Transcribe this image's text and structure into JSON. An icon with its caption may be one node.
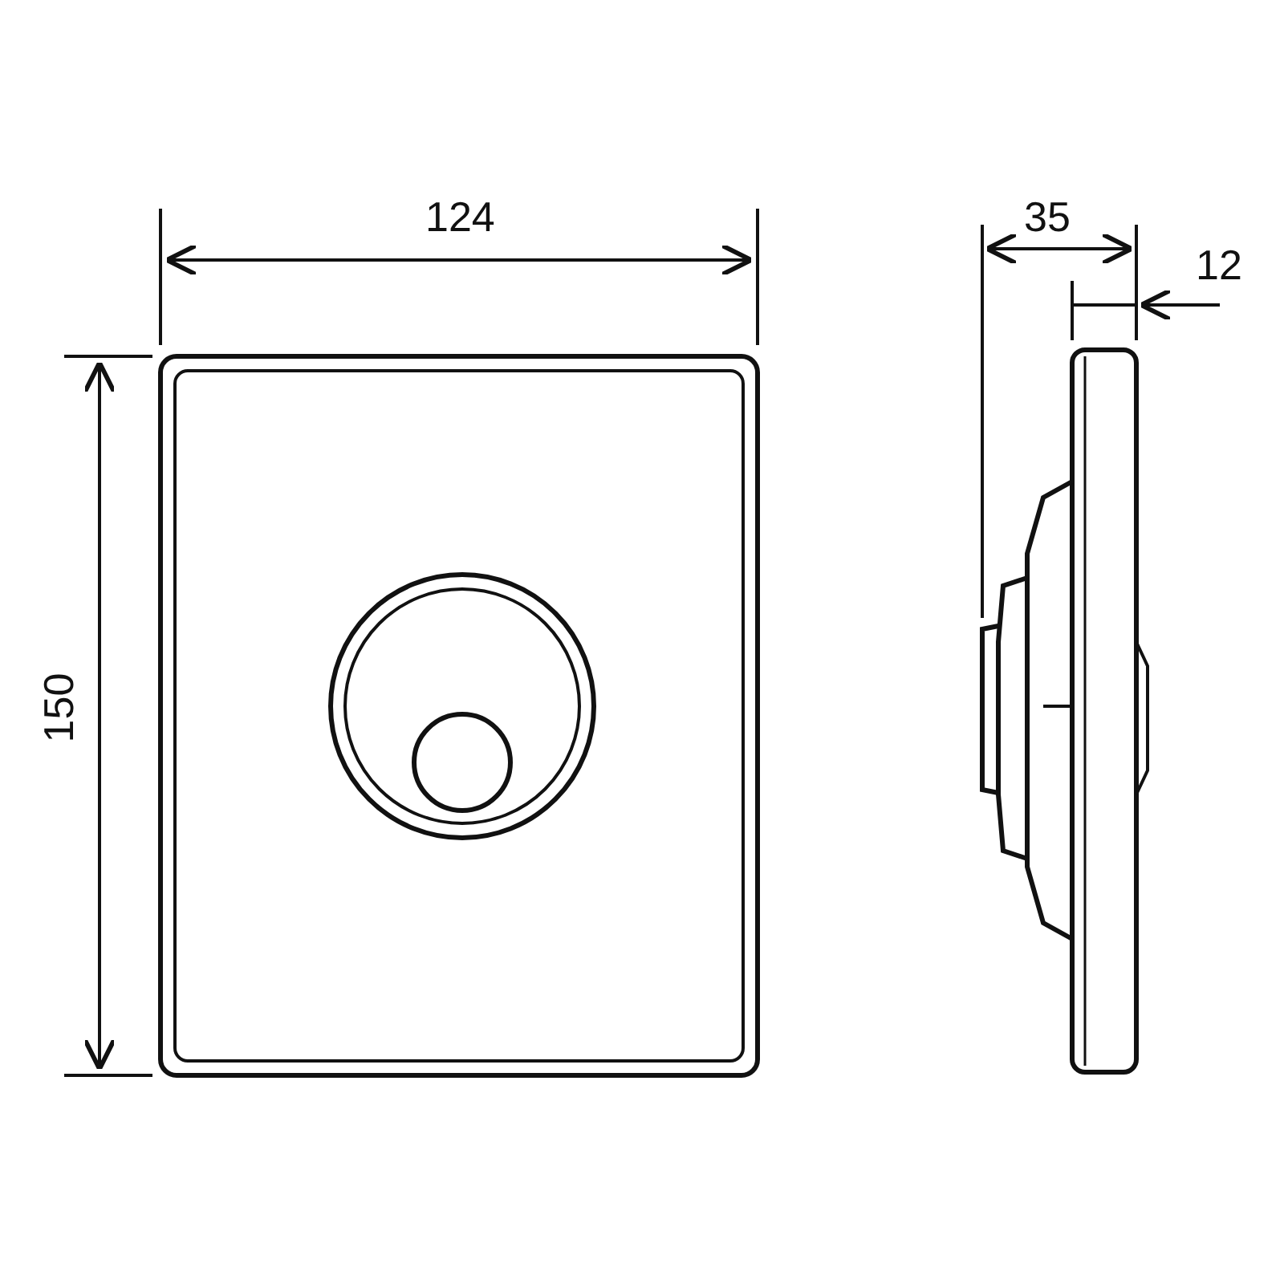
{
  "diagram": {
    "labels": [
      "124",
      "35",
      "12",
      "150"
    ]
  }
}
